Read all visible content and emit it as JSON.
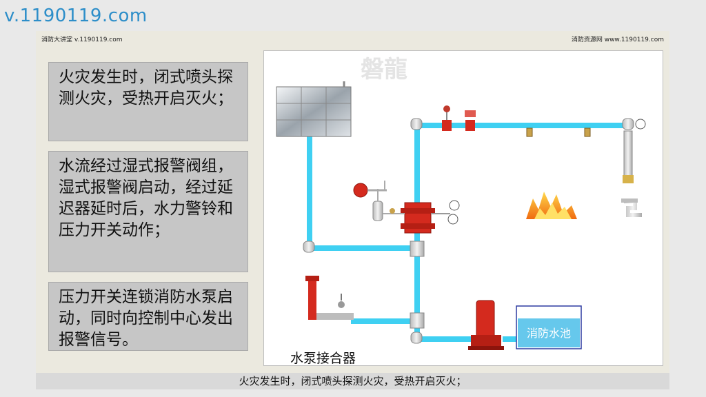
{
  "watermark": "v.1190119.com",
  "header": {
    "left": "消防大讲堂 v.1190119.com",
    "right": "消防资源网 www.1190119.com"
  },
  "steps": [
    "火灾发生时，闭式喷头探测火灾，受热开启灭火；",
    "水流经过湿式报警阀组，湿式报警阀启动，经过延迟器延时后，水力警铃和压力开关动作；",
    "压力开关连锁消防水泵启动，同时向控制中心发出报警信号。"
  ],
  "diagram": {
    "brand": "磐龍",
    "connector_label": "水泵接合器",
    "pool_label": "消防水池"
  },
  "caption": "火灾发生时，闭式喷头探测火灾，受热开启灭火；",
  "colors": {
    "pipe": "#3fd0f2",
    "valve_red": "#d42a1e",
    "box_gray": "#c6c6c6",
    "watermark_blue": "#2d8ec9"
  }
}
